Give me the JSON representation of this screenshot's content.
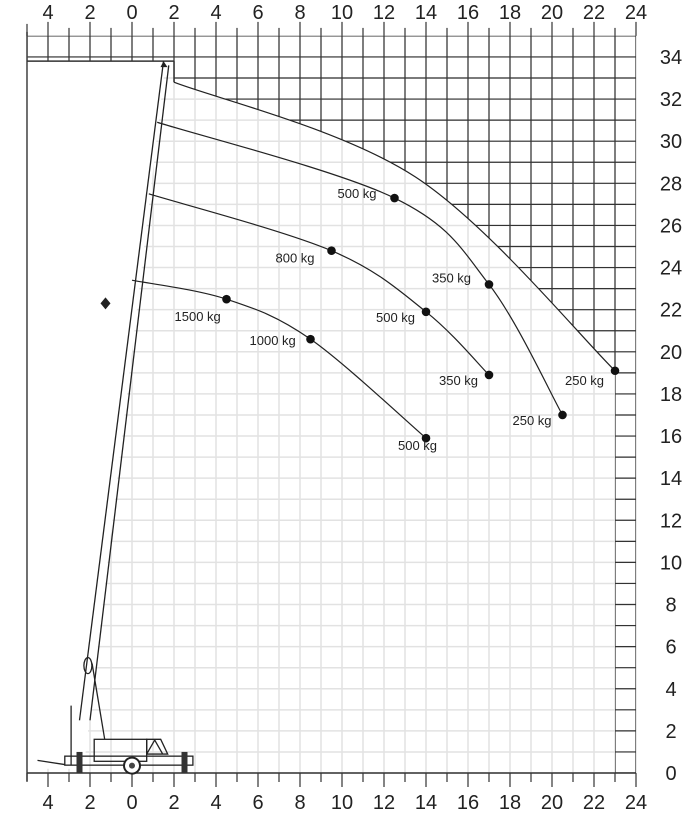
{
  "chart_data": {
    "type": "line",
    "title": "",
    "x_ticks_top": [
      "4",
      "2",
      "0",
      "2",
      "4",
      "6",
      "8",
      "10",
      "12",
      "14",
      "16",
      "18",
      "20",
      "22",
      "24"
    ],
    "x_ticks_bottom": [
      "4",
      "2",
      "0",
      "2",
      "4",
      "6",
      "8",
      "10",
      "12",
      "14",
      "16",
      "18",
      "20",
      "22",
      "24"
    ],
    "x_tick_values": [
      -4,
      -2,
      0,
      2,
      4,
      6,
      8,
      10,
      12,
      14,
      16,
      18,
      20,
      22,
      24
    ],
    "y_ticks": [
      "0",
      "2",
      "4",
      "6",
      "8",
      "10",
      "12",
      "14",
      "16",
      "18",
      "20",
      "22",
      "24",
      "26",
      "28",
      "30",
      "32",
      "34"
    ],
    "xlim": [
      -5,
      24
    ],
    "ylim": [
      0,
      35
    ],
    "grid": true,
    "series": [
      {
        "name": "curve-1",
        "start": [
          0,
          23.4
        ],
        "points": [
          {
            "x": 4.5,
            "y": 22.5,
            "label": "1500 kg"
          },
          {
            "x": 8.5,
            "y": 20.6,
            "label": "1000 kg"
          },
          {
            "x": 14,
            "y": 15.9,
            "label": "500 kg"
          }
        ]
      },
      {
        "name": "curve-2",
        "start": [
          0.8,
          27.5
        ],
        "points": [
          {
            "x": 9.5,
            "y": 24.8,
            "label": "800 kg"
          },
          {
            "x": 14,
            "y": 21.9,
            "label": "500 kg"
          },
          {
            "x": 17,
            "y": 18.9,
            "label": "350 kg"
          }
        ]
      },
      {
        "name": "curve-3",
        "start": [
          1.2,
          30.9
        ],
        "points": [
          {
            "x": 12.5,
            "y": 27.3,
            "label": "500 kg"
          },
          {
            "x": 17,
            "y": 23.2,
            "label": "350 kg"
          },
          {
            "x": 20.5,
            "y": 17.0,
            "label": "250 kg"
          }
        ]
      },
      {
        "name": "curve-4-outer",
        "start": [
          2,
          32.8
        ],
        "points": [
          {
            "x": 23,
            "y": 19.1,
            "label": "250 kg"
          }
        ]
      }
    ]
  }
}
